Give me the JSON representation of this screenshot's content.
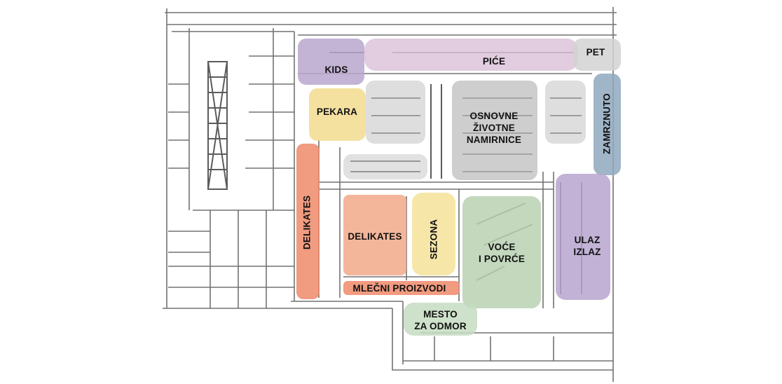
{
  "title": "Store floor plan",
  "zones": {
    "kids": {
      "label": "KIDS",
      "color": "#b9a7cf"
    },
    "pice": {
      "label": "PIĆE",
      "color": "#dcc3da"
    },
    "pet": {
      "label": "PET",
      "color": "#d2d2d2"
    },
    "pekara": {
      "label": "PEKARA",
      "color": "#f2dc8f"
    },
    "osnovne": {
      "label_line1": "OSNOVNE",
      "label_line2": "ŽIVOTNE",
      "label_line3": "NAMIRNICE",
      "color": "#bdbdbd"
    },
    "zamrznuto": {
      "label": "ZAMRZNUTO",
      "color": "#8fa8bd"
    },
    "delikates_side": {
      "label": "DELIKATES",
      "color": "#ee8a6a"
    },
    "delikates": {
      "label": "DELIKATES",
      "color": "#f2a98a"
    },
    "sezona": {
      "label": "SEZONA",
      "color": "#f5e39a"
    },
    "voce": {
      "label_line1": "VOĆE",
      "label_line2": "I POVRĆE",
      "color": "#b8d1b1"
    },
    "ulaz": {
      "label_line1": "ULAZ",
      "label_line2": "IZLAZ",
      "color": "#b7a6cf"
    },
    "mlecni": {
      "label": "MLEČNI PROIZVODI",
      "color": "#ee8a6a"
    },
    "mesto": {
      "label_line1": "MESTO",
      "label_line2": "ZA ODMOR",
      "color": "#c5dcc1"
    }
  }
}
